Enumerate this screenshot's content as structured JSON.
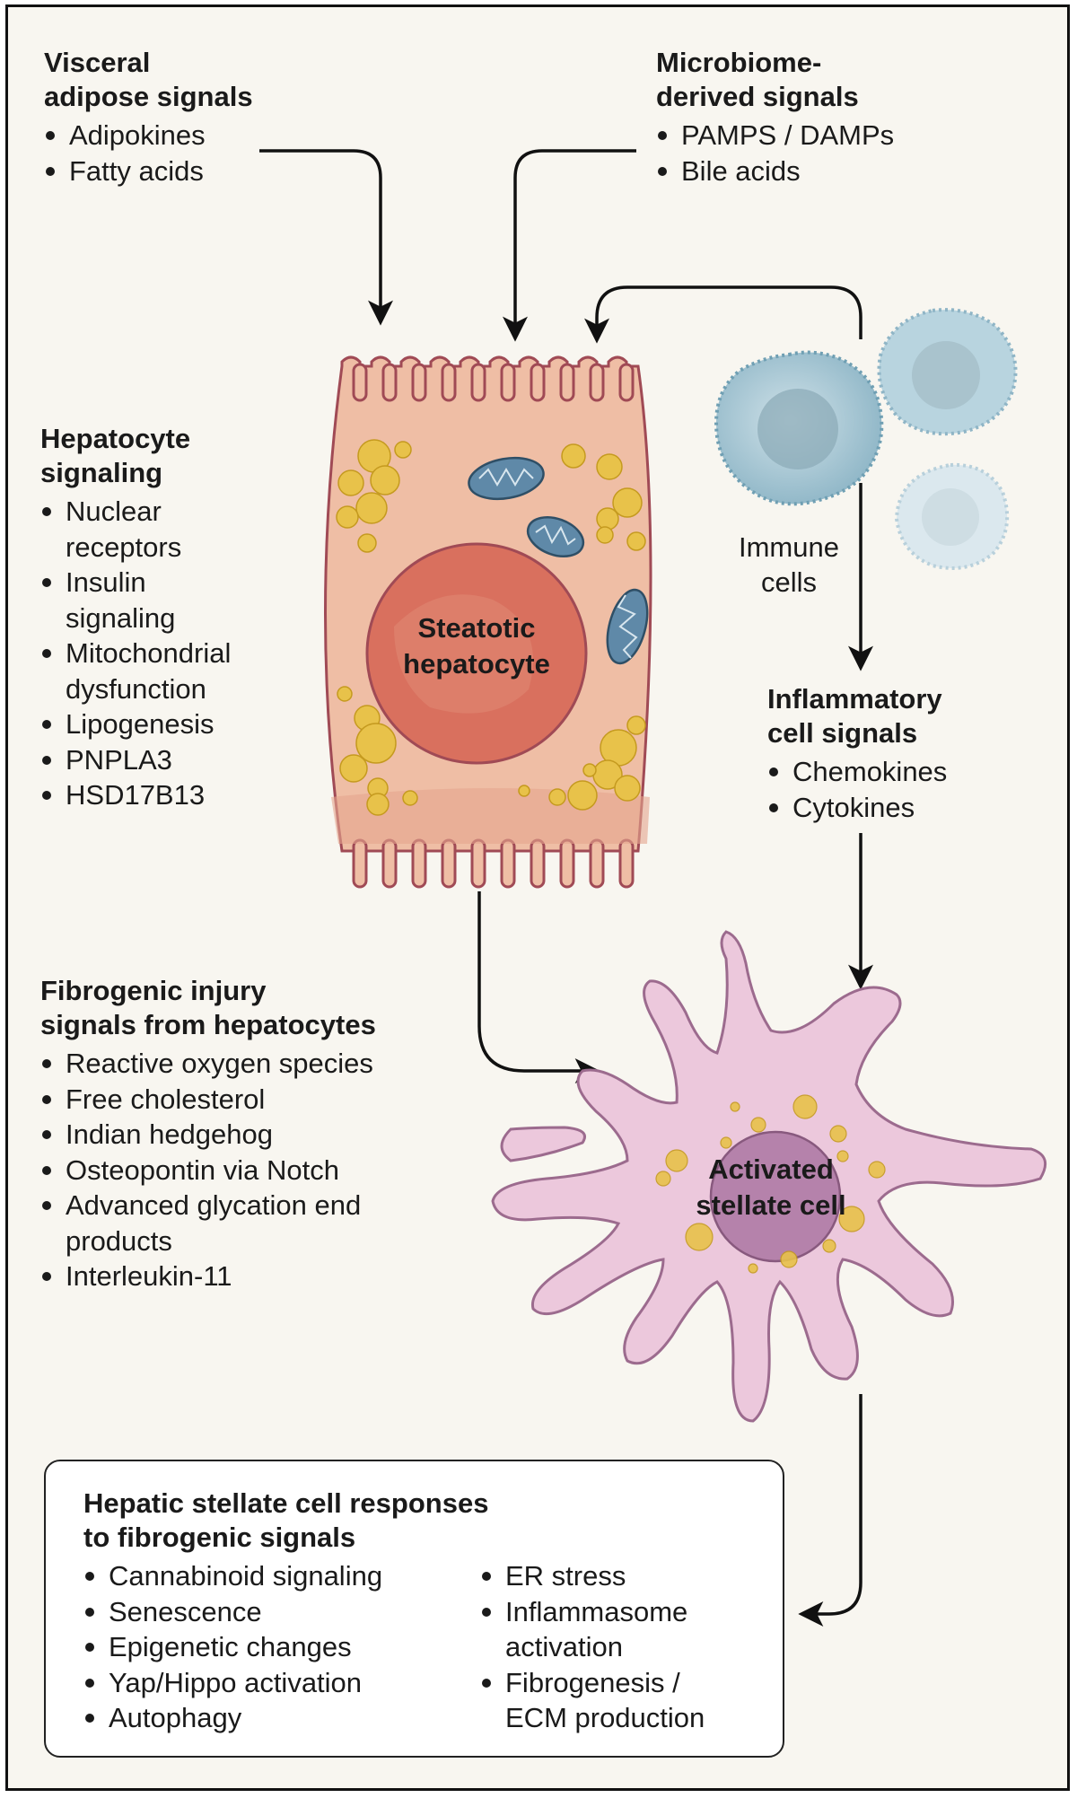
{
  "visceral": {
    "title": [
      "Visceral",
      "adipose signals"
    ],
    "items": [
      [
        "Adipokines"
      ],
      [
        "Fatty acids"
      ]
    ]
  },
  "microbiome": {
    "title": [
      "Microbiome-",
      "derived signals"
    ],
    "items": [
      [
        "PAMPS / DAMPs"
      ],
      [
        "Bile acids"
      ]
    ]
  },
  "hepatocyte_signaling": {
    "title": [
      "Hepatocyte",
      "signaling"
    ],
    "items": [
      [
        "Nuclear",
        "receptors"
      ],
      [
        "Insulin",
        "signaling"
      ],
      [
        "Mitochondrial",
        "dysfunction"
      ],
      [
        "Lipogenesis"
      ],
      [
        "PNPLA3"
      ],
      [
        "HSD17B13"
      ]
    ]
  },
  "hepatocyte_cell": {
    "label": [
      "Steatotic",
      "hepatocyte"
    ]
  },
  "immune": {
    "label": [
      "Immune",
      "cells"
    ]
  },
  "inflammatory": {
    "title": [
      "Inflammatory",
      "cell signals"
    ],
    "items": [
      [
        "Chemokines"
      ],
      [
        "Cytokines"
      ]
    ]
  },
  "fibrogenic": {
    "title": [
      "Fibrogenic injury",
      "signals from hepatocytes"
    ],
    "items": [
      [
        "Reactive oxygen species"
      ],
      [
        "Free cholesterol"
      ],
      [
        "Indian hedgehog"
      ],
      [
        "Osteopontin via Notch"
      ],
      [
        "Advanced glycation end",
        "products"
      ],
      [
        "Interleukin-11"
      ]
    ]
  },
  "stellate_cell": {
    "label": [
      "Activated",
      "stellate cell"
    ]
  },
  "responses": {
    "title": [
      "Hepatic stellate cell responses",
      "to fibrogenic signals"
    ],
    "left_items": [
      [
        "Cannabinoid signaling"
      ],
      [
        "Senescence"
      ],
      [
        "Epigenetic changes"
      ],
      [
        "Yap/Hippo activation"
      ],
      [
        "Autophagy"
      ]
    ],
    "right_items": [
      [
        "ER stress"
      ],
      [
        "Inflammasome",
        "activation"
      ],
      [
        "Fibrogenesis /",
        "ECM production"
      ]
    ]
  },
  "colors": {
    "hepatocyte_fill": "#efbea5",
    "hepatocyte_outline": "#a04a55",
    "nucleus_fill": "#d9705e",
    "lipid_droplet": "#e8c24a",
    "mitochondria": "#5f89a8",
    "immune_cell": "#9fc3d1",
    "stellate_fill": "#ecc8dc",
    "stellate_outline": "#9c6b8e",
    "stellate_nucleus": "#b07ba6",
    "arrow": "#111111"
  }
}
